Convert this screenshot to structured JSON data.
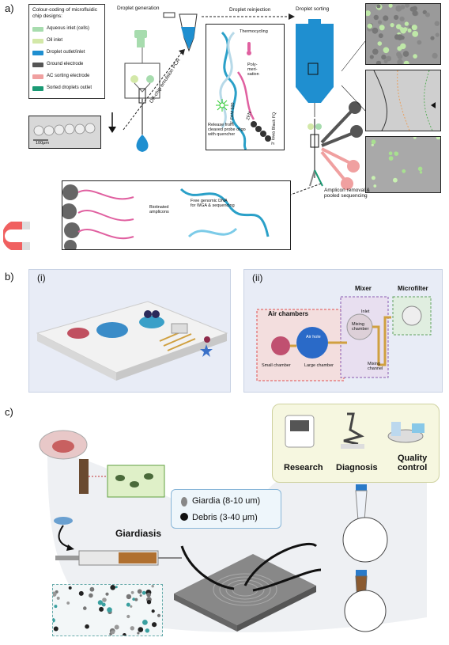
{
  "panel_a": {
    "letter": "a)",
    "legend": {
      "title": "Colour-coding of microfluidic chip designs:",
      "items": [
        {
          "label": "Aqueous inlet (cells)",
          "color": "#a7dcae"
        },
        {
          "label": "Oil inlet",
          "color": "#d3e8a8"
        },
        {
          "label": "Droplet outlet/inlet",
          "color": "#1f8fd0"
        },
        {
          "label": "Ground electrode",
          "color": "#555555"
        },
        {
          "label": "AC sorting electrode",
          "color": "#f0a0a0"
        },
        {
          "label": "Sorted droplets outlet",
          "color": "#1a9a74"
        }
      ]
    },
    "labels": {
      "droplet_generation": "Droplet generation",
      "droplet_reinjection": "Droplet reinjection",
      "droplet_sorting": "Droplet sorting",
      "offchip": "Off-chip emulsion PCR",
      "thermocycling": "Thermocycling",
      "polymerisation": "Poly-\nmeri-\nsation",
      "fam": "5' FAM 520",
      "zen": "ZEN",
      "iowa": "3' Iowa Black FQ",
      "release": "Release from\ncleaved probe oligo\nwith quencher",
      "scale_100um": "100μm",
      "amplicon_removal": "Amplicon removal &\npooled sequencing",
      "biotinated": "Biotinated\namplicons",
      "free_dna": "Free genomic DNA\nfor WGA & sequencing"
    }
  },
  "panel_b": {
    "letter": "b)",
    "sub_i": "(i)",
    "sub_ii": "(ii)",
    "air_chambers": "Air chambers",
    "mixer": "Mixer",
    "microfilter": "Microfilter",
    "inlet": "Inlet",
    "air_hole": "Air hole",
    "mixing_chamber": "Mixing\nchamber",
    "small_chamber": "Small chamber",
    "large_chamber": "Large chamber",
    "mixing_channel": "Mixing\nchannel"
  },
  "panel_c": {
    "letter": "c)",
    "apps": [
      {
        "label": "Research"
      },
      {
        "label": "Diagnosis"
      },
      {
        "label": "Quality\ncontrol"
      }
    ],
    "giardia": "Giardia (8-10 um)",
    "debris": "Debris (3-40 μm)",
    "giardiasis": "Giardiasis"
  }
}
